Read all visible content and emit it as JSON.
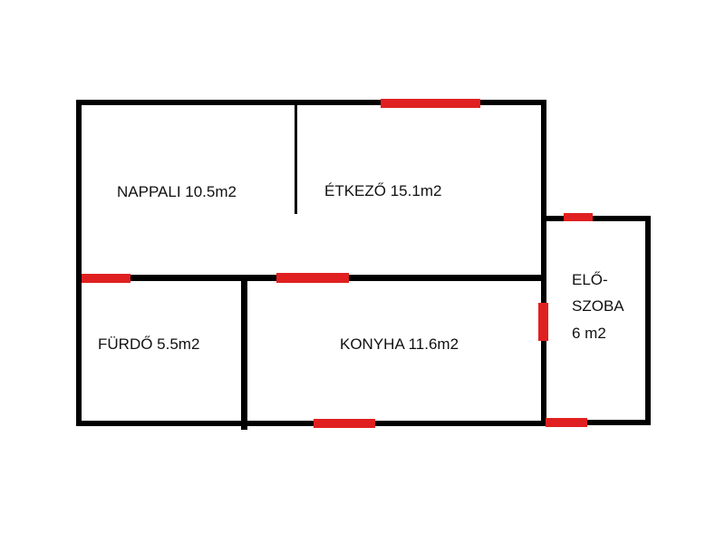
{
  "colors": {
    "wall": "#000000",
    "door": "#e02020",
    "background": "#ffffff"
  },
  "rooms": {
    "nappali": "NAPPALI 10.5m2",
    "etkezo": "ÉTKEZŐ 15.1m2",
    "furdo": "FÜRDŐ 5.5m2",
    "konyha": "KONYHA 11.6m2",
    "eloszoba": [
      "ELŐ-",
      "SZOBA",
      "6 m2"
    ]
  }
}
